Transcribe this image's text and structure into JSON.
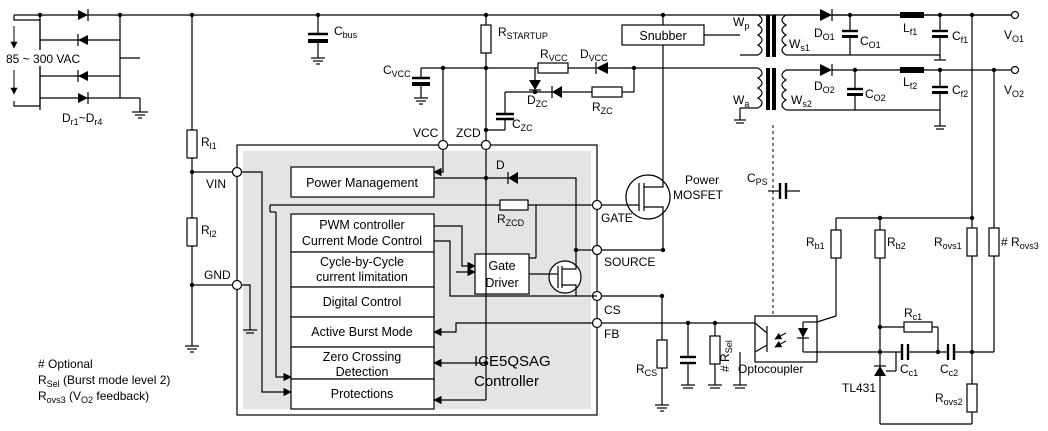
{
  "labels": {
    "ac_input": "85 ~ 300 VAC",
    "bridge": "D",
    "bridge_sub": "r1",
    "bridge_tilde": "~D",
    "bridge_sub2": "r4",
    "cbus": "C",
    "cbus_sub": "bus",
    "rstartup": "R",
    "rstartup_sub": "STARTUP",
    "snubber": "Snubber",
    "rvcc": "R",
    "rvcc_sub": "VCC",
    "dvcc": "D",
    "dvcc_sub": "VCC",
    "cvcc": "C",
    "cvcc_sub": "VCC",
    "dzc": "D",
    "dzc_sub": "ZC",
    "rzc": "R",
    "rzc_sub": "ZC",
    "czc": "C",
    "czc_sub": "ZC",
    "wp": "W",
    "wp_sub": "p",
    "wa": "W",
    "wa_sub": "a",
    "ws1": "W",
    "ws1_sub": "s1",
    "ws2": "W",
    "ws2_sub": "s2",
    "do1": "D",
    "do1_sub": "O1",
    "do2": "D",
    "do2_sub": "O2",
    "co1": "C",
    "co1_sub": "O1",
    "co2": "C",
    "co2_sub": "O2",
    "lf1": "L",
    "lf1_sub": "f1",
    "lf2": "L",
    "lf2_sub": "f2",
    "cf1": "C",
    "cf1_sub": "f1",
    "cf2": "C",
    "cf2_sub": "f2",
    "vo1": "V",
    "vo1_sub": "O1",
    "vo2": "V",
    "vo2_sub": "O2",
    "rl1": "R",
    "rl1_sub": "l1",
    "rl2": "R",
    "rl2_sub": "l2",
    "vin": "VIN",
    "gnd": "GND",
    "vcc": "VCC",
    "zcd": "ZCD",
    "diode_d": "D",
    "rzcd": "R",
    "rzcd_sub": "ZCD",
    "gate": "GATE",
    "source": "SOURCE",
    "cs": "CS",
    "fb": "FB",
    "power_mosfet_1": "Power",
    "power_mosfet_2": "MOSFET",
    "cps": "C",
    "cps_sub": "PS",
    "rcs": "R",
    "rcs_sub": "CS",
    "rsel_hash": "#",
    "rsel": "R",
    "rsel_sub": "Sel",
    "optocoupler": "Optocoupler",
    "rb1": "R",
    "rb1_sub": "b1",
    "rb2": "R",
    "rb2_sub": "b2",
    "rovs1": "R",
    "rovs1_sub": "ovs1",
    "rovs3_hash": "#",
    "rovs3": "R",
    "rovs3_sub": "ovs3",
    "rc1": "R",
    "rc1_sub": "c1",
    "cc1": "C",
    "cc1_sub": "c1",
    "cc2": "C",
    "cc2_sub": "c2",
    "tl431": "TL431",
    "rovs2": "R",
    "rovs2_sub": "ovs2",
    "controller_1": "ICE5QSAG",
    "controller_2": "Controller"
  },
  "blocks": {
    "power_management": "Power Management",
    "pwm_1": "PWM controller",
    "pwm_2": "Current Mode Control",
    "cbc_1": "Cycle-by-Cycle",
    "cbc_2": "current limitation",
    "digital": "Digital Control",
    "burst": "Active Burst Mode",
    "zcd_1": "Zero Crossing",
    "zcd_2": "Detection",
    "protections": "Protections",
    "gate_driver_1": "Gate",
    "gate_driver_2": "Driver"
  },
  "notes": {
    "optional": "# Optional",
    "rsel_note_r": "R",
    "rsel_note_sub": "Sel",
    "rsel_note_text": " (Burst mode level 2)",
    "rovs3_note_r": "R",
    "rovs3_note_sub": "ovs3",
    "rovs3_note_text": " (V",
    "rovs3_note_sub2": "O2",
    "rovs3_note_text2": " feedback)"
  }
}
